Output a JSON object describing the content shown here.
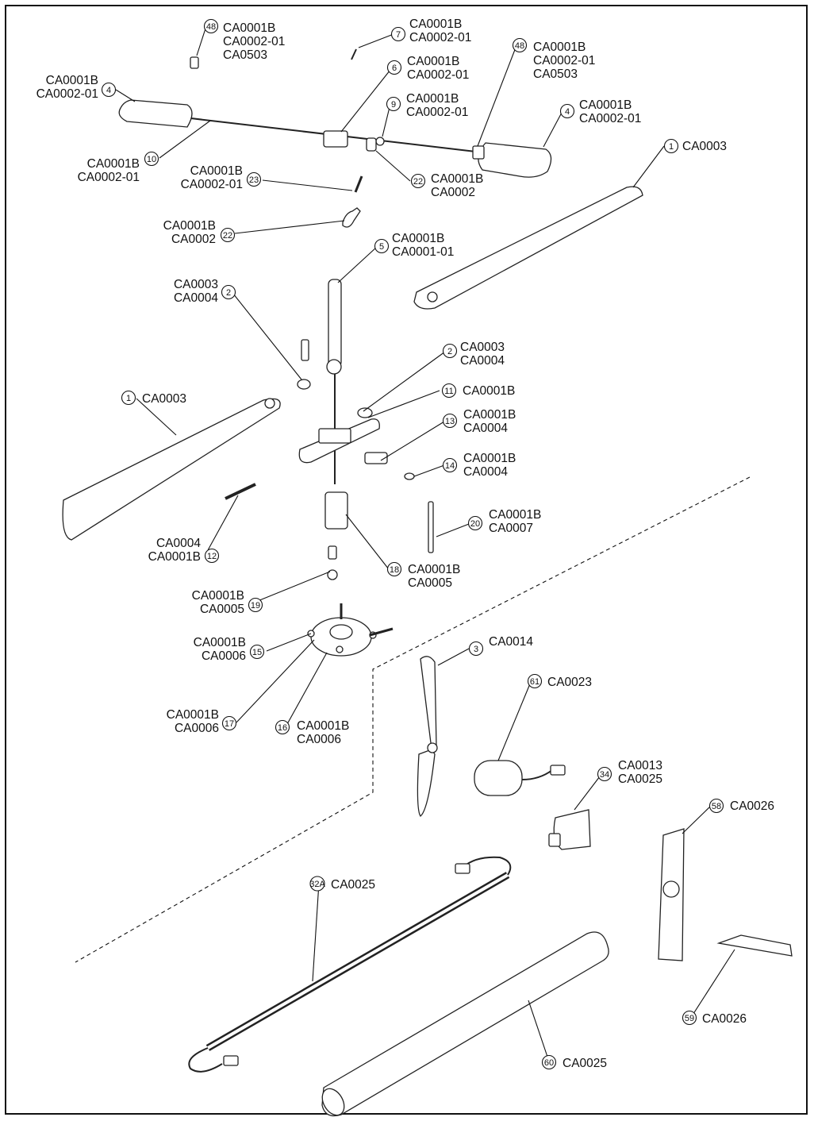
{
  "callouts": [
    {
      "id": "c48a",
      "num": "48",
      "codes": [
        "CA0001B",
        "CA0002-01",
        "CA0503"
      ]
    },
    {
      "id": "c7",
      "num": "7",
      "codes": [
        "CA0001B",
        "CA0002-01"
      ]
    },
    {
      "id": "c48b",
      "num": "48",
      "codes": [
        "CA0001B",
        "CA0002-01",
        "CA0503"
      ]
    },
    {
      "id": "c4a",
      "num": "4",
      "codes": [
        "CA0001B",
        "CA0002-01"
      ]
    },
    {
      "id": "c6",
      "num": "6",
      "codes": [
        "CA0001B",
        "CA0002-01"
      ]
    },
    {
      "id": "c9",
      "num": "9",
      "codes": [
        "CA0001B",
        "CA0002-01"
      ]
    },
    {
      "id": "c4b",
      "num": "4",
      "codes": [
        "CA0001B",
        "CA0002-01"
      ]
    },
    {
      "id": "c10",
      "num": "10",
      "codes": [
        "CA0001B",
        "CA0002-01"
      ]
    },
    {
      "id": "c22a",
      "num": "22",
      "codes": [
        "CA0001B",
        "CA0002"
      ]
    },
    {
      "id": "c1a",
      "num": "1",
      "codes": [
        "CA0003"
      ]
    },
    {
      "id": "c23",
      "num": "23",
      "codes": [
        "CA0001B",
        "CA0002-01"
      ]
    },
    {
      "id": "c22b",
      "num": "22",
      "codes": [
        "CA0001B",
        "CA0002"
      ]
    },
    {
      "id": "c5",
      "num": "5",
      "codes": [
        "CA0001B",
        "CA0001-01"
      ]
    },
    {
      "id": "c2a",
      "num": "2",
      "codes": [
        "CA0003",
        "CA0004"
      ]
    },
    {
      "id": "c2b",
      "num": "2",
      "codes": [
        "CA0003",
        "CA0004"
      ]
    },
    {
      "id": "c1b",
      "num": "1",
      "codes": [
        "CA0003"
      ]
    },
    {
      "id": "c11",
      "num": "11",
      "codes": [
        "CA0001B"
      ]
    },
    {
      "id": "c13",
      "num": "13",
      "codes": [
        "CA0001B",
        "CA0004"
      ]
    },
    {
      "id": "c14",
      "num": "14",
      "codes": [
        "CA0001B",
        "CA0004"
      ]
    },
    {
      "id": "c20",
      "num": "20",
      "codes": [
        "CA0001B",
        "CA0007"
      ]
    },
    {
      "id": "c12",
      "num": "12",
      "codes": [
        "CA0004",
        "CA0001B"
      ]
    },
    {
      "id": "c18",
      "num": "18",
      "codes": [
        "CA0001B",
        "CA0005"
      ]
    },
    {
      "id": "c19",
      "num": "19",
      "codes": [
        "CA0001B",
        "CA0005"
      ]
    },
    {
      "id": "c15",
      "num": "15",
      "codes": [
        "CA0001B",
        "CA0006"
      ]
    },
    {
      "id": "c3",
      "num": "3",
      "codes": [
        "CA0014"
      ]
    },
    {
      "id": "c61",
      "num": "61",
      "codes": [
        "CA0023"
      ]
    },
    {
      "id": "c17",
      "num": "17",
      "codes": [
        "CA0001B",
        "CA0006"
      ]
    },
    {
      "id": "c16",
      "num": "16",
      "codes": [
        "CA0001B",
        "CA0006"
      ]
    },
    {
      "id": "c34",
      "num": "34",
      "codes": [
        "CA0013",
        "CA0025"
      ]
    },
    {
      "id": "c58",
      "num": "58",
      "codes": [
        "CA0026"
      ]
    },
    {
      "id": "c32a",
      "num": "32A",
      "codes": [
        "CA0025"
      ]
    },
    {
      "id": "c59",
      "num": "59",
      "codes": [
        "CA0026"
      ]
    },
    {
      "id": "c60",
      "num": "60",
      "codes": [
        "CA0025"
      ]
    }
  ]
}
